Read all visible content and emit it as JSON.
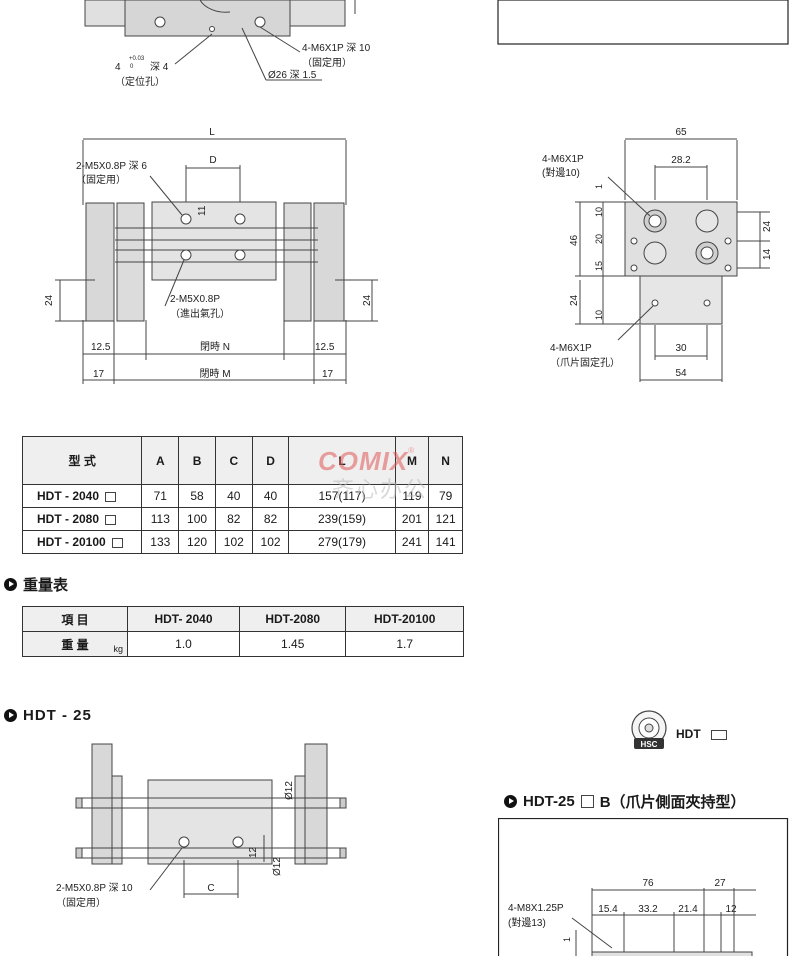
{
  "top_fragment": {
    "tol_base": "4",
    "tol_upper": "+0.03",
    "tol_lower": "0",
    "depth_4": "深 4",
    "locating_hole": "（定位孔）",
    "thread_m6": "4-M6X1P 深 10",
    "fixing": "（固定用）",
    "bore": "Ø26 深 1.5"
  },
  "front_view": {
    "L": "L",
    "D": "D",
    "dim_11": "11",
    "m5_depth": "2-M5X0.8P 深 6",
    "fixing": "（固定用）",
    "m5_port": "2-M5X0.8P",
    "port_label": "（進出氣孔）",
    "h24_left": "24",
    "h24_right": "24",
    "d125_left": "12.5",
    "d125_right": "12.5",
    "closed_N": "閉時 N",
    "d17_left": "17",
    "d17_right": "17",
    "closed_M": "閉時 M"
  },
  "side_view": {
    "d65": "65",
    "d282": "28.2",
    "m6": "4-M6X1P",
    "opp10": "(對邊10)",
    "v1": "1",
    "v10a": "10",
    "v20": "20",
    "v15": "15",
    "v46": "46",
    "v24": "24",
    "v14": "14",
    "v24b": "24",
    "v10b": "10",
    "m6_claw": "4-M6X1P",
    "claw_fix": "（爪片固定孔）",
    "d30": "30",
    "d54": "54"
  },
  "spec_table": {
    "headers": [
      "型 式",
      "A",
      "B",
      "C",
      "D",
      "L",
      "M",
      "N"
    ],
    "rows": [
      {
        "model": "HDT - 2040",
        "A": "71",
        "B": "58",
        "C": "40",
        "D": "40",
        "L": "157(117)",
        "M": "119",
        "N": "79"
      },
      {
        "model": "HDT - 2080",
        "A": "113",
        "B": "100",
        "C": "82",
        "D": "82",
        "L": "239(159)",
        "M": "201",
        "N": "121"
      },
      {
        "model": "HDT - 20100",
        "A": "133",
        "B": "120",
        "C": "102",
        "D": "102",
        "L": "279(179)",
        "M": "241",
        "N": "141"
      }
    ]
  },
  "watermark": {
    "brand": "COMIX",
    "reg": "®",
    "cn": "齐心办公"
  },
  "weight_section": {
    "title": "重量表",
    "col_item": "項 目",
    "models": [
      "HDT- 2040",
      "HDT-2080",
      "HDT-20100"
    ],
    "row_label": "重 量",
    "unit": "kg",
    "values": [
      "1.0",
      "1.45",
      "1.7"
    ]
  },
  "hdt25_section": {
    "title": "HDT - 25",
    "d12_top": "Ø12",
    "d12_bot": "Ø12",
    "d12_plain": "12",
    "m5_depth": "2-M5X0.8P 深 10",
    "fixing": "（固定用）",
    "C": "C"
  },
  "badge": {
    "icon_text": "HSC",
    "label": "HDT"
  },
  "hdt25b_section": {
    "title": "HDT-25",
    "suffix": "B（爪片側面夾持型）",
    "d76": "76",
    "d27": "27",
    "m8": "4-M8X1.25P",
    "opp13": "(對邊13)",
    "d154": "15.4",
    "d332": "33.2",
    "d214": "21.4",
    "d12": "12",
    "v1": "1"
  }
}
